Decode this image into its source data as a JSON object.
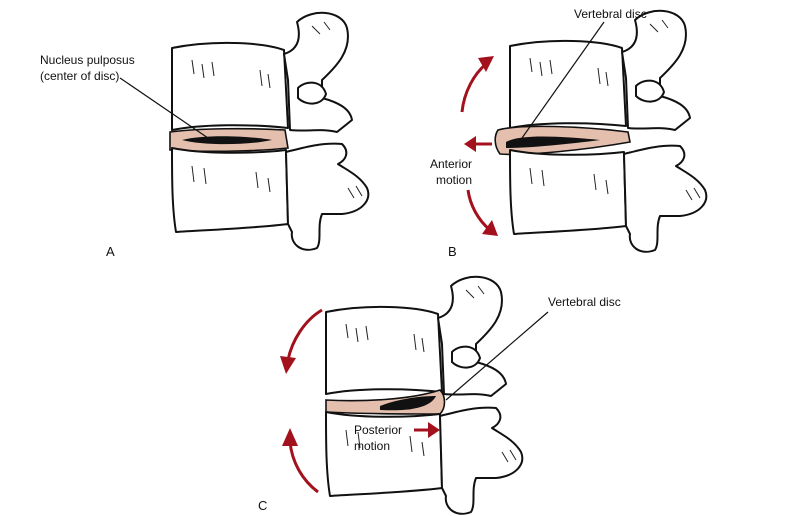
{
  "panels": {
    "a": {
      "letter": "A",
      "nucleus_label_line1": "Nucleus pulposus",
      "nucleus_label_line2": "(center of disc)"
    },
    "b": {
      "letter": "B",
      "disc_label": "Vertebral disc",
      "motion_line1": "Anterior",
      "motion_line2": "motion"
    },
    "c": {
      "letter": "C",
      "disc_label": "Vertebral disc",
      "motion_line1": "Posterior",
      "motion_line2": "motion"
    }
  },
  "colors": {
    "disc_fill": "#e5bfae",
    "arrow": "#a3121c",
    "outline": "#111111"
  }
}
